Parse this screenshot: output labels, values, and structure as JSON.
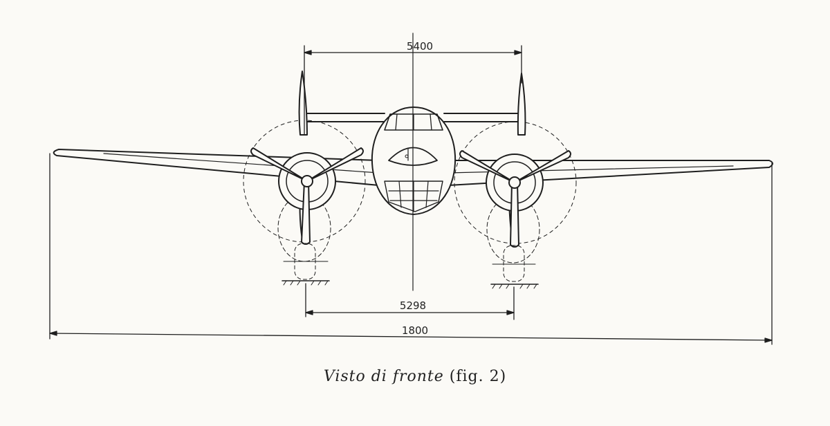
{
  "dimensions": {
    "engine_spacing": "5400",
    "track": "5298",
    "span": "1800"
  },
  "caption": {
    "title": "Visto di fronte",
    "ref": "(fig. 2)"
  }
}
